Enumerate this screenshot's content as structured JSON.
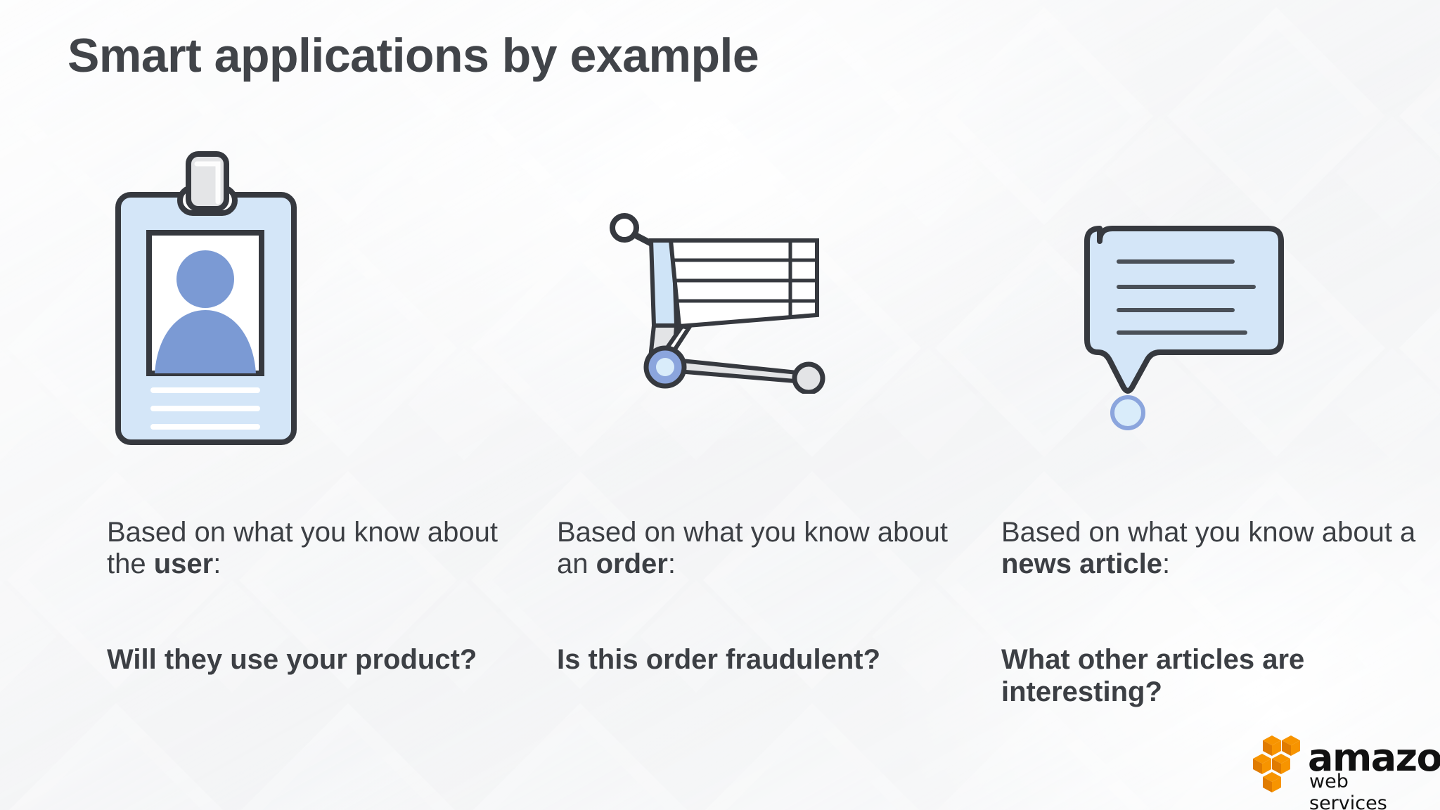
{
  "slide": {
    "title": "Smart applications by example",
    "background_color": "#f2f3f5",
    "title_color": "#414449",
    "text_color": "#3c3f44"
  },
  "theme": {
    "icon_fill_blue": "#d4e6f8",
    "icon_stroke_dark": "#36393f",
    "person_blue": "#7b9ad4",
    "clip_gray": "#e2e3e5",
    "wheel_blue": "#8ba5dd",
    "wheel_inner": "#d9ecfa",
    "cart_gray": "#e3e4e6",
    "bubble_line": "#4a5058",
    "aws_orange": "#F79400",
    "aws_black": "#111111"
  },
  "columns": [
    {
      "icon_name": "id-badge-icon",
      "caption_prefix": "Based on what you know about the ",
      "caption_bold": "user",
      "caption_suffix": ":",
      "question": "Will they use your product?"
    },
    {
      "icon_name": "shopping-cart-icon",
      "caption_prefix": "Based on what you know about an ",
      "caption_bold": "order",
      "caption_suffix": ":",
      "question": "Is this order fraudulent?"
    },
    {
      "icon_name": "speech-bubble-icon",
      "caption_prefix": "Based on what you know about a ",
      "caption_bold": "news article",
      "caption_suffix": ":",
      "question": "What other articles are interesting?"
    }
  ],
  "footer": {
    "logo_name": "aws-logo",
    "amazon_word": "amazon",
    "sub_word": "web services"
  }
}
